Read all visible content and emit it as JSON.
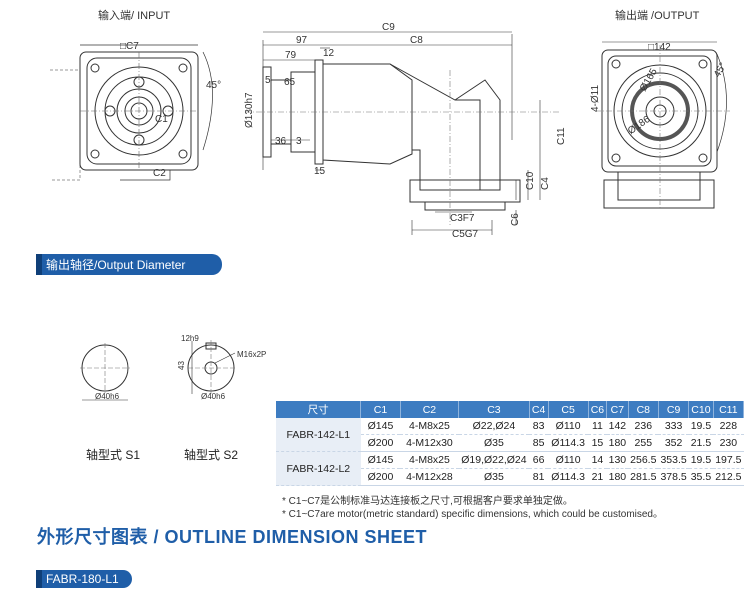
{
  "views": {
    "input_label": "输入端/ INPUT",
    "output_label": "输出端 /OUTPUT",
    "input_dims": {
      "square": "□C7",
      "c1": "C1",
      "c2": "C2",
      "deg": "45°"
    },
    "output_dims": {
      "square": "□142",
      "holes": "4-Ø11",
      "pcd": "Ø165",
      "bore": "Ø186",
      "deg": "45°"
    },
    "side_dims": {
      "c9": "C9",
      "c8": "C8",
      "d97": "97",
      "d79": "79",
      "d12": "12",
      "d5": "5",
      "d65": "65",
      "d130": "Ø130h7",
      "d36": "36",
      "d3": "3",
      "d15": "15",
      "c11": "C11",
      "c10": "C10",
      "c4": "C4",
      "c6": "C6",
      "c3": "C3F7",
      "c5": "C5G7"
    }
  },
  "shaft_section": {
    "title": "输出轴径/Output Diameter",
    "s1_label": "轴型式 S1",
    "s2_label": "轴型式 S2",
    "s1_dim": "Ø40h6",
    "s2_dims": {
      "key": "12h9",
      "thread": "M16x2P",
      "height": "43",
      "dia": "Ø40h6"
    }
  },
  "table": {
    "headers": [
      "尺寸",
      "C1",
      "C2",
      "C3",
      "C4",
      "C5",
      "C6",
      "C7",
      "C8",
      "C9",
      "C10",
      "C11"
    ],
    "groups": [
      {
        "model": "FABR-142-L1",
        "rows": [
          [
            "Ø145",
            "4-M8x25",
            "Ø22,Ø24",
            "83",
            "Ø110",
            "11",
            "142",
            "236",
            "333",
            "19.5",
            "228"
          ],
          [
            "Ø200",
            "4-M12x30",
            "Ø35",
            "85",
            "Ø114.3",
            "15",
            "180",
            "255",
            "352",
            "21.5",
            "230"
          ]
        ]
      },
      {
        "model": "FABR-142-L2",
        "rows": [
          [
            "Ø145",
            "4-M8x25",
            "Ø19,Ø22,Ø24",
            "66",
            "Ø110",
            "14",
            "130",
            "256.5",
            "353.5",
            "19.5",
            "197.5"
          ],
          [
            "Ø200",
            "4-M12x28",
            "Ø35",
            "81",
            "Ø114.3",
            "21",
            "180",
            "281.5",
            "378.5",
            "35.5",
            "212.5"
          ]
        ]
      }
    ]
  },
  "notes": [
    "* C1~C7是公制标准马达连接板之尺寸,可根据客户要求单独定做。",
    "* C1~C7are motor(metric standard)  specific dimensions, which could be customised。"
  ],
  "sheet_heading": "外形尺寸图表 / OUTLINE DIMENSION SHEET",
  "next_model": "FABR-180-L1",
  "colors": {
    "accent": "#1f5ea8",
    "table_header": "#3d7cc1",
    "pill": "#1f5ea8"
  }
}
